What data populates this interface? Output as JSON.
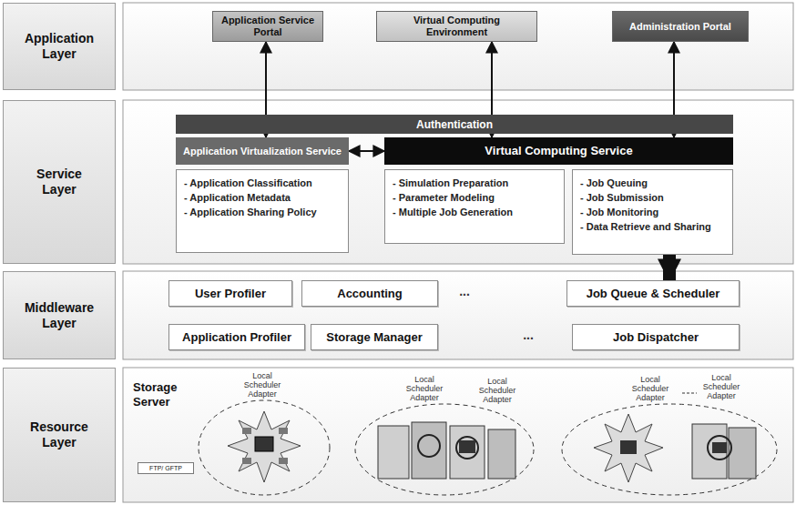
{
  "diagram": {
    "nodes": [
      {
        "text": [
          "Application Layer"
        ]
      },
      {
        "text": [
          "Service Layer"
        ]
      },
      {
        "text": [
          "Middleware Layer"
        ]
      },
      {
        "text": [
          "Resource Layer"
        ]
      },
      {
        "text": [
          "Application Service Portal"
        ]
      },
      {
        "text": [
          "Virtual Computing Environment"
        ]
      },
      {
        "text": [
          "Administration Portal"
        ]
      },
      {
        "text": [
          "Authentication"
        ]
      },
      {
        "text": [
          "Application Virtualization Service"
        ]
      },
      {
        "text": [
          "Virtual Computing Service"
        ]
      },
      {
        "text": [
          "- Application Classification",
          "- Application Metadata",
          "- Application Sharing Policy"
        ]
      },
      {
        "text": [
          "- Simulation Preparation",
          "- Parameter Modeling",
          "- Multiple Job Generation"
        ]
      },
      {
        "text": [
          "- Job Queuing",
          "- Job Submission",
          "- Job Monitoring",
          "- Data Retrieve and Sharing"
        ]
      },
      {
        "text": [
          "User Profiler"
        ]
      },
      {
        "text": [
          "Accounting"
        ]
      },
      {
        "text": [
          "Job Queue & Scheduler"
        ]
      },
      {
        "text": [
          "Application Profiler"
        ]
      },
      {
        "text": [
          "Storage Manager"
        ]
      },
      {
        "text": [
          "Job Dispatcher"
        ]
      },
      {
        "text": [
          "FTP/ GFTP"
        ]
      }
    ],
    "edges": [
      {
        "from": 4,
        "to": 8,
        "arrow": "both"
      },
      {
        "from": 5,
        "to": 9,
        "arrow": "both"
      },
      {
        "from": 6,
        "to": 9,
        "arrow": "both"
      },
      {
        "from": 8,
        "to": 9,
        "arrow": "both"
      },
      {
        "from": 12,
        "to": 15,
        "arrow": "to"
      }
    ],
    "labels": [
      "...",
      "...",
      "Storage Server",
      "Local Scheduler Adapter",
      "Local Scheduler Adapter",
      "Local Scheduler Adapter",
      "Local Scheduler Adapter",
      "Local Scheduler Adapter"
    ]
  }
}
